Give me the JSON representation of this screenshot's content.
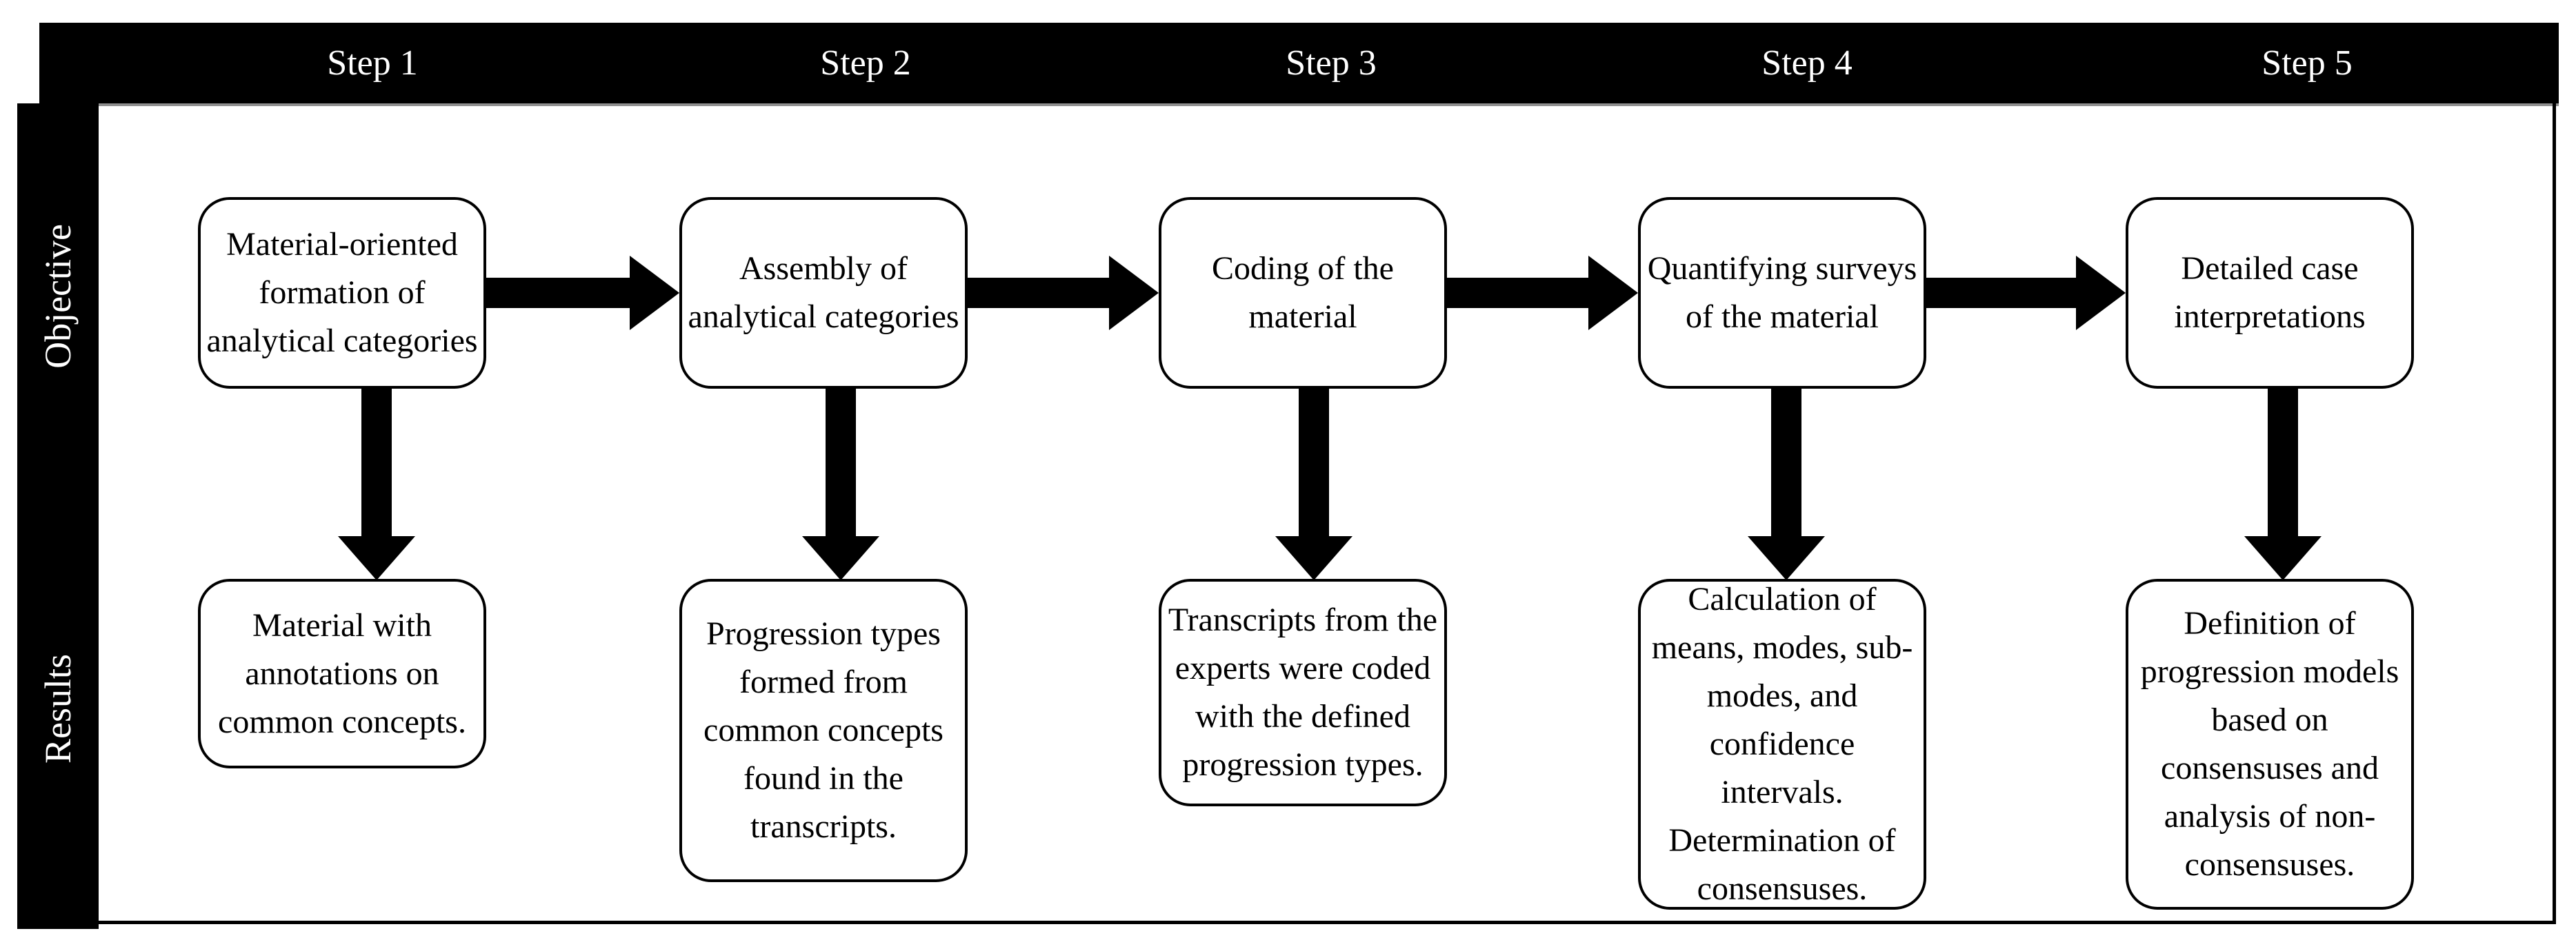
{
  "figure": {
    "title": "Five-step analysis process diagram",
    "sidebar": {
      "objective": "Objective",
      "results": "Results"
    },
    "columns": [
      {
        "step": "Step 1",
        "objective": "Material-oriented\nformation of\nanalytical categories",
        "result": "Material with\nannotations on\ncommon concepts."
      },
      {
        "step": "Step 2",
        "objective": "Assembly of\nanalytical categories",
        "result": "Progression types\nformed from\ncommon concepts\nfound in the\ntranscripts."
      },
      {
        "step": "Step 3",
        "objective": "Coding of the\nmaterial",
        "result": "Transcripts from the\nexperts were coded\nwith the defined\nprogression types."
      },
      {
        "step": "Step 4",
        "objective": "Quantifying surveys\nof the material",
        "result": "Calculation of\nmeans, modes, sub-\nmodes, and\nconfidence intervals.\nDetermination of\nconsensuses."
      },
      {
        "step": "Step 5",
        "objective": "Detailed case\ninterpretations",
        "result": "Definition of\nprogression models\nbased on\nconsensuses and\nanalysis of non-\nconsensuses."
      }
    ],
    "colors": {
      "bar_background": "#000000",
      "bar_text": "#ffffff",
      "box_border": "#000000",
      "box_text": "#000000",
      "background": "#ffffff"
    }
  }
}
